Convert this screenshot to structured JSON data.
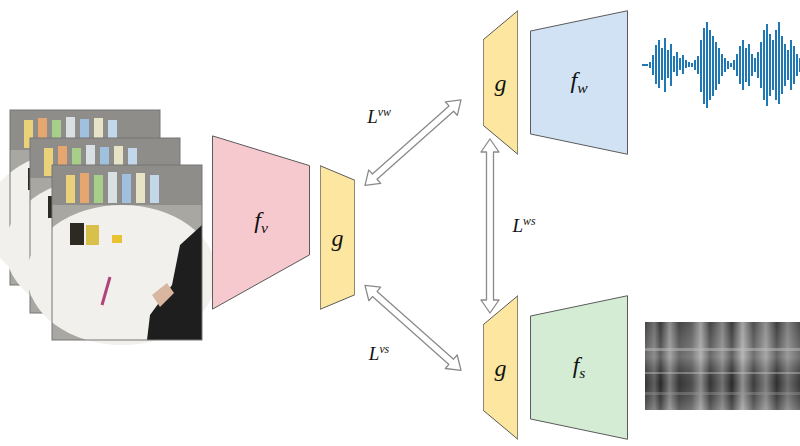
{
  "diagram": {
    "nodes": [
      {
        "text": [
          "fv"
        ]
      },
      {
        "text": [
          "g"
        ]
      },
      {
        "text": [
          "g"
        ]
      },
      {
        "text": [
          "fw"
        ]
      },
      {
        "text": [
          "g"
        ]
      },
      {
        "text": [
          "fs"
        ]
      }
    ],
    "edges": [
      {
        "from": 1,
        "to": 2,
        "label": "Lvw",
        "arrow": "both"
      },
      {
        "from": 2,
        "to": 4,
        "label": "Lws",
        "arrow": "both"
      },
      {
        "from": 1,
        "to": 4,
        "label": "Lvs",
        "arrow": "both"
      }
    ]
  }
}
